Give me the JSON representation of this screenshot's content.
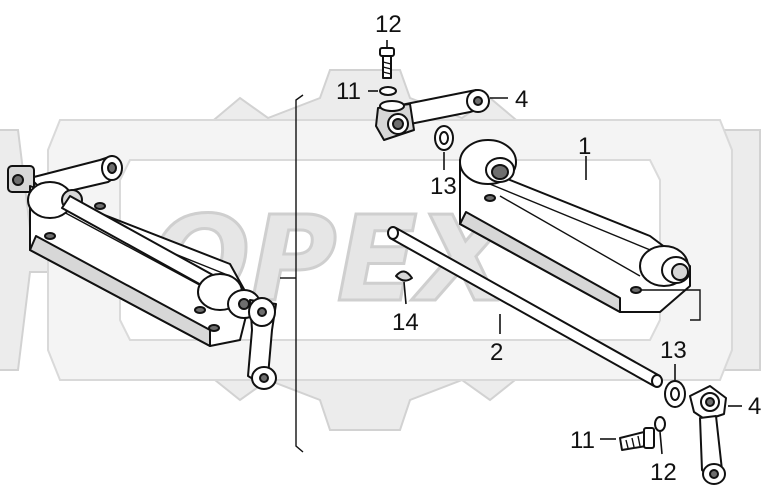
{
  "watermark": {
    "text": "OPEX"
  },
  "callouts": {
    "c1": "1",
    "c2": "2",
    "c4_top": "4",
    "c4_bottom": "4",
    "c11_top": "11",
    "c11_bottom": "11",
    "c12_top": "12",
    "c12_bottom": "12",
    "c13_top": "13",
    "c13_bottom": "13",
    "c14": "14"
  },
  "colors": {
    "watermark_fill": "#e6e6e6",
    "watermark_stroke": "#cfcfcf",
    "line": "#111111"
  }
}
